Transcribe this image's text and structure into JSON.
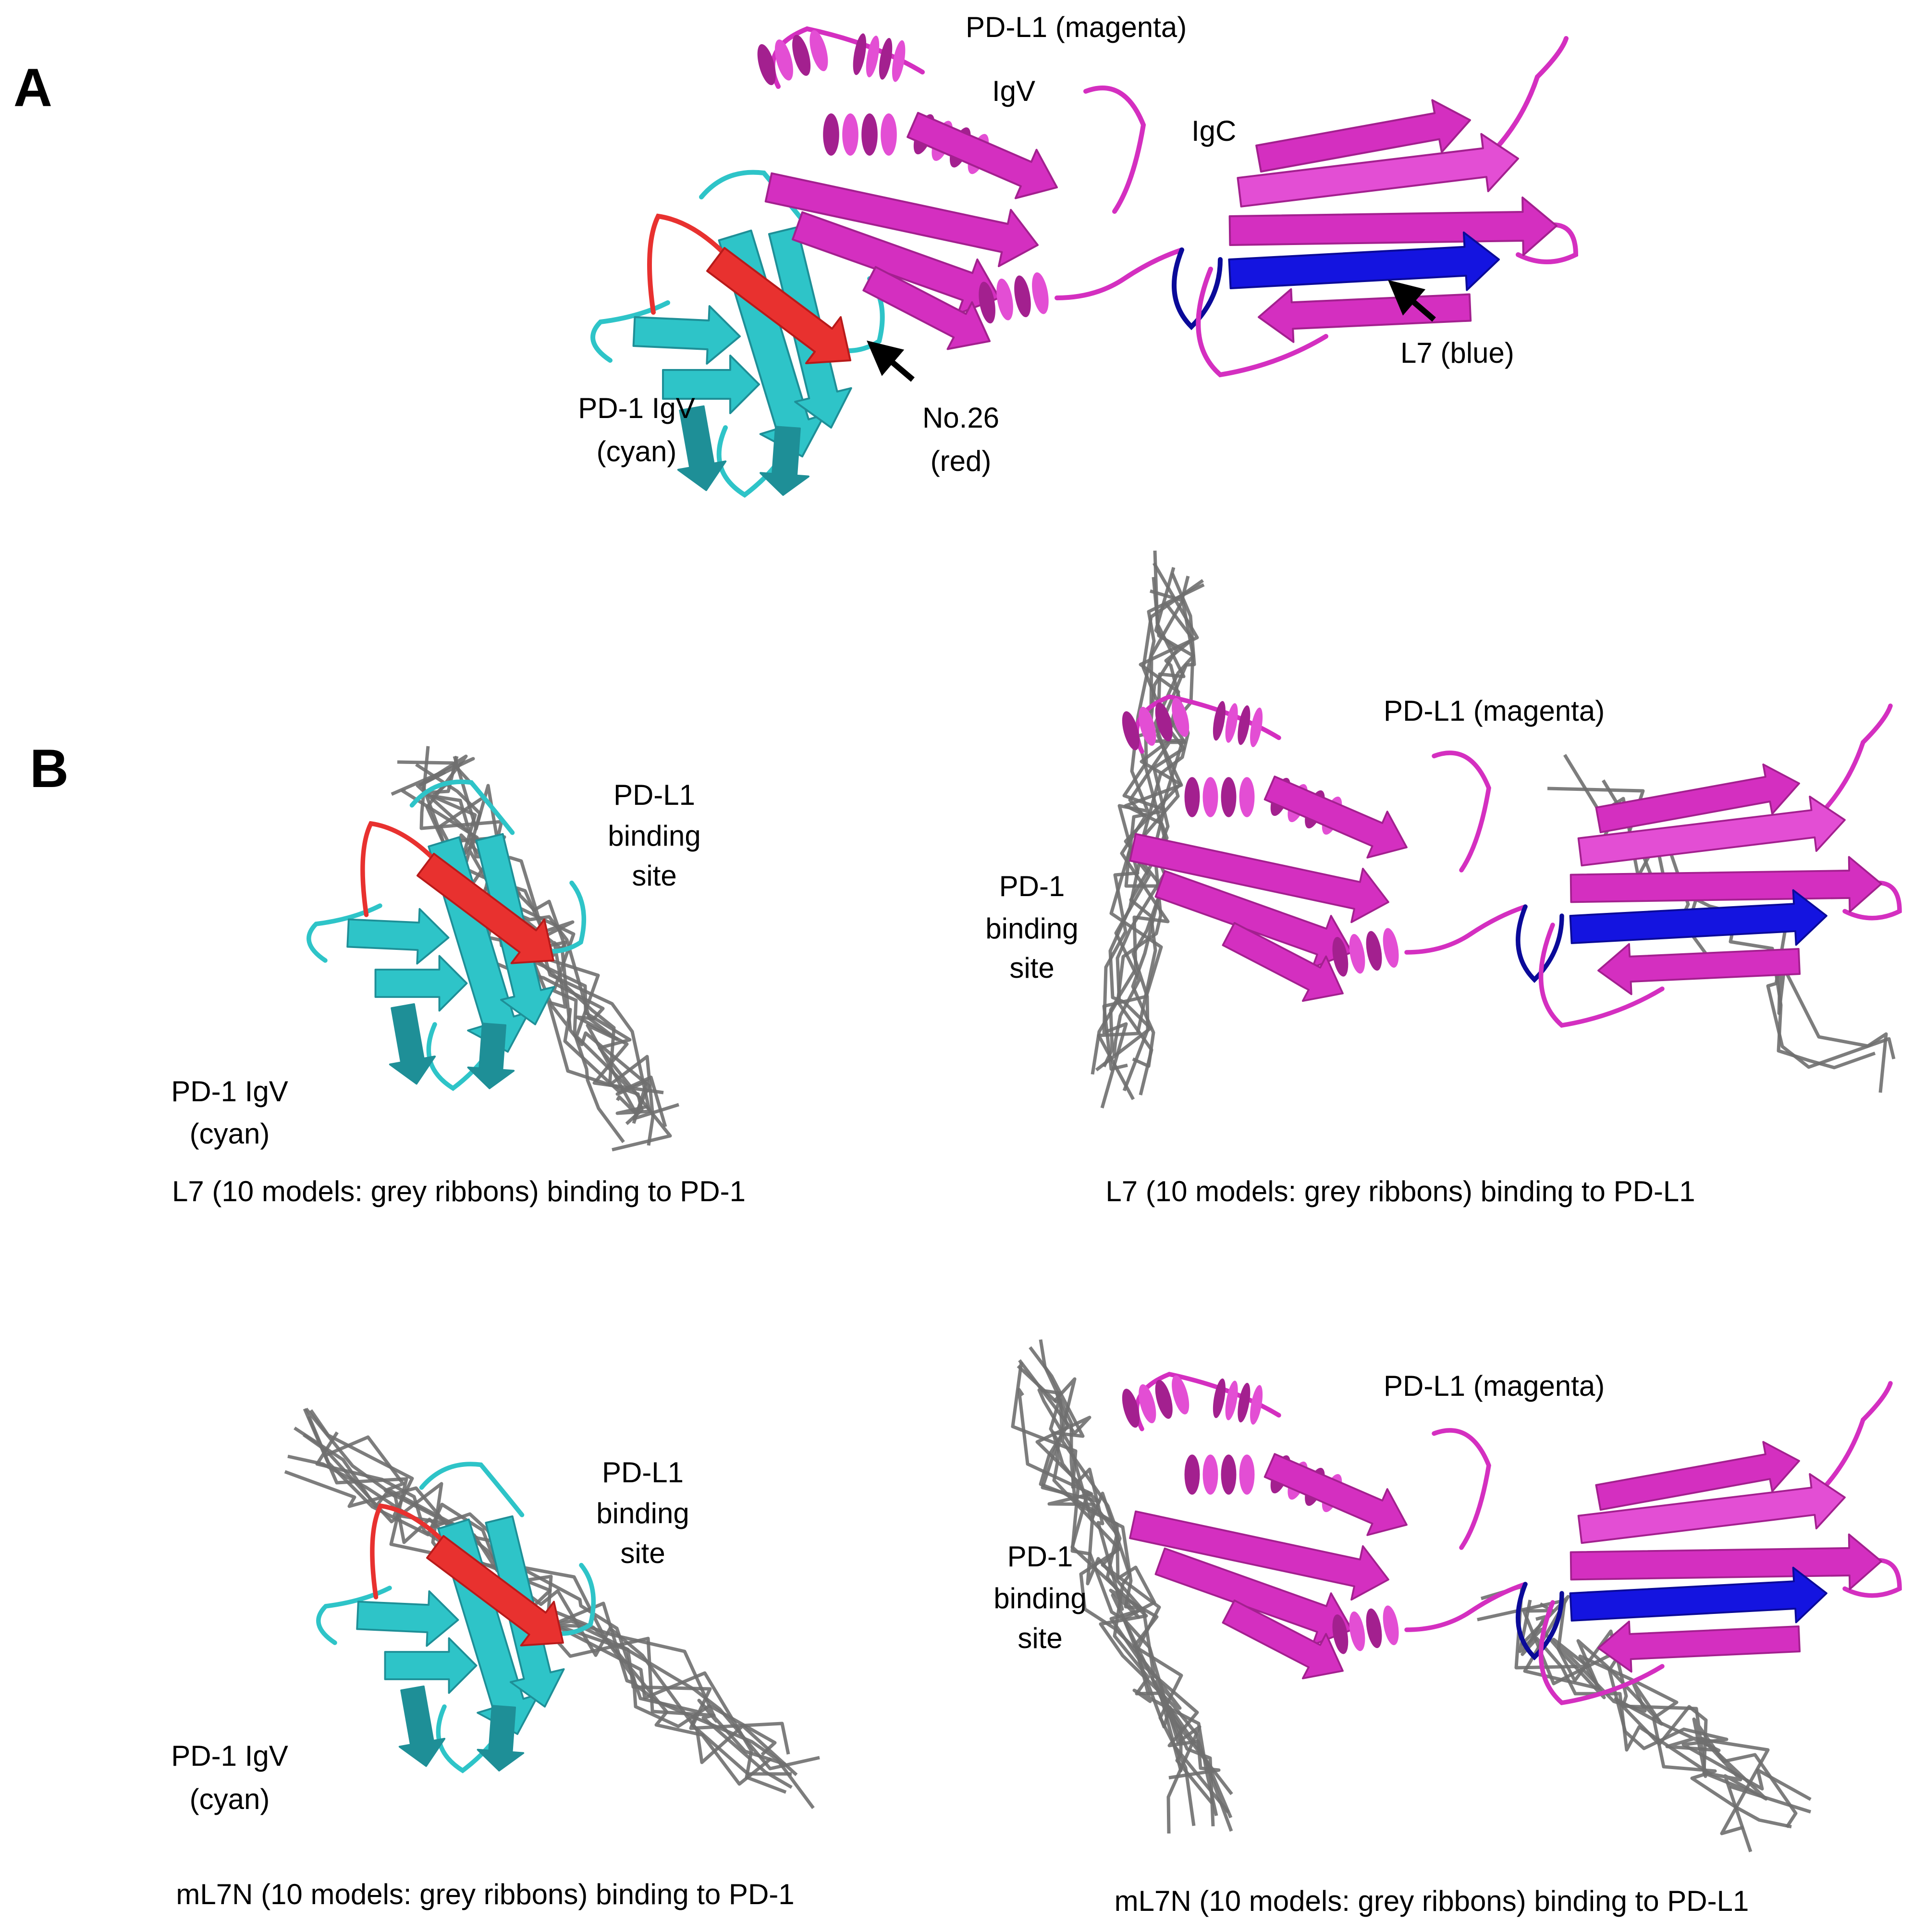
{
  "colors": {
    "magenta": "#d42fc0",
    "magenta_light": "#e34ed4",
    "magenta_dark": "#a3208f",
    "cyan": "#2ec4c8",
    "cyan_dark": "#1e8f97",
    "red": "#e8312f",
    "red_dark": "#b81a1a",
    "blue": "#1414e0",
    "blue_dark": "#0a0a99",
    "grey": "#6f6f6f"
  },
  "panel_a": {
    "letter": "A",
    "pdl1": "PD-L1 (magenta)",
    "igv": "IgV",
    "igc": "IgC",
    "l7": "L7 (blue)",
    "pd1_line1": "PD-1 IgV",
    "pd1_line2": "(cyan)",
    "no26_line1": "No.26",
    "no26_line2": "(red)"
  },
  "panel_b": {
    "letter": "B",
    "row1_left": {
      "site_line1": "PD-L1",
      "site_line2": "binding",
      "site_line3": "site",
      "pd1_line1": "PD-1 IgV",
      "pd1_line2": "(cyan)",
      "caption": "L7 (10 models: grey ribbons) binding to PD-1"
    },
    "row1_right": {
      "pdl1": "PD-L1 (magenta)",
      "site_line1": "PD-1",
      "site_line2": "binding",
      "site_line3": "site",
      "caption": "L7 (10 models: grey ribbons) binding to PD-L1"
    },
    "row2_left": {
      "site_line1": "PD-L1",
      "site_line2": "binding",
      "site_line3": "site",
      "pd1_line1": "PD-1 IgV",
      "pd1_line2": "(cyan)",
      "caption": "mL7N (10 models: grey ribbons) binding to PD-1"
    },
    "row2_right": {
      "pdl1": "PD-L1 (magenta)",
      "site_line1": "PD-1",
      "site_line2": "binding",
      "site_line3": "site",
      "caption": "mL7N (10 models: grey ribbons) binding to PD-L1"
    }
  }
}
